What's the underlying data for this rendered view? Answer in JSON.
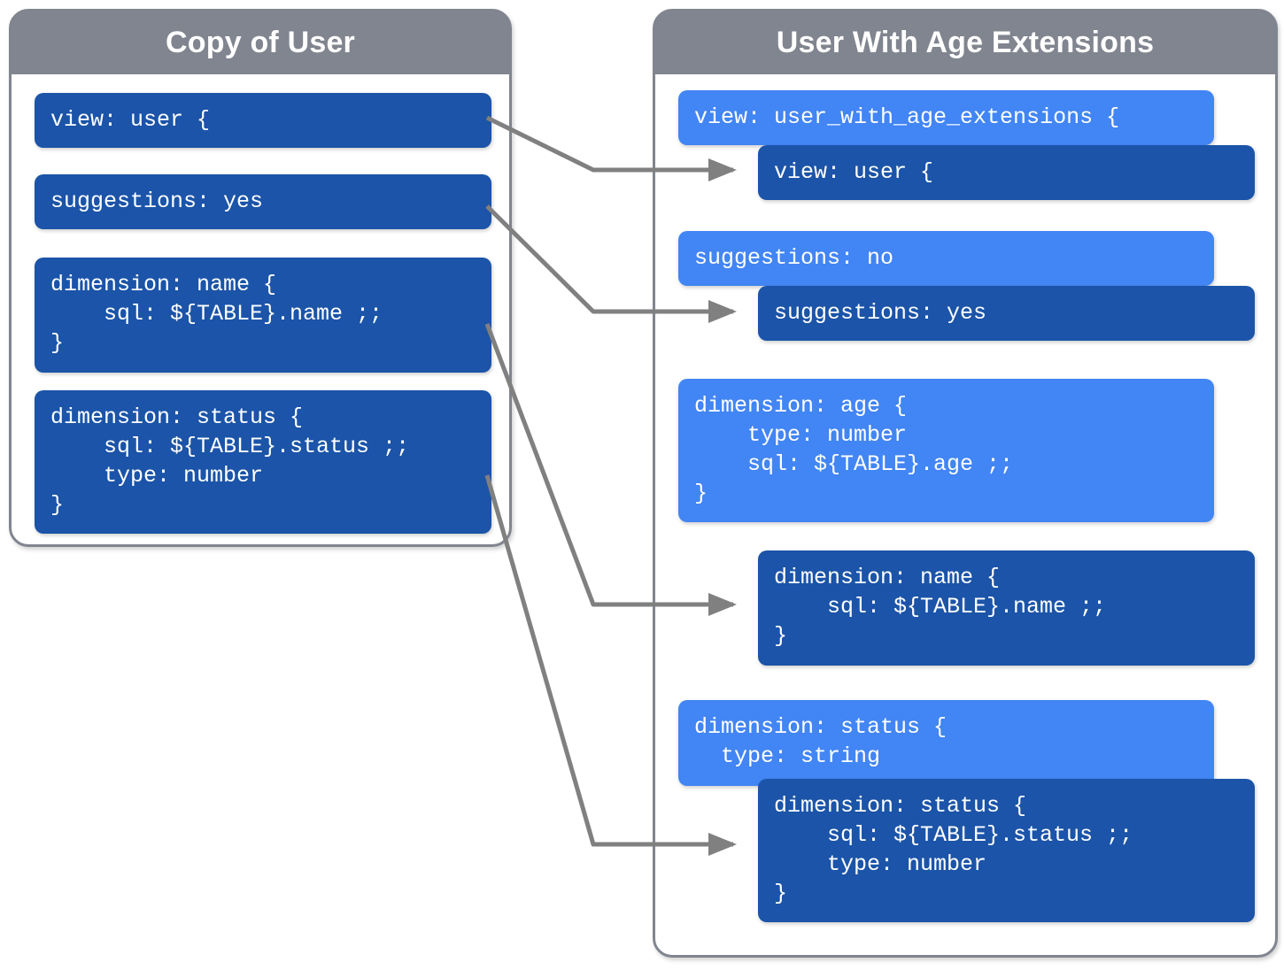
{
  "colors": {
    "header_gray": "#80858f",
    "dark_blue": "#1b54a8",
    "light_blue": "#4285f4",
    "arrow_gray": "#808080",
    "background": "#ffffff",
    "text_on_block": "#ffffff"
  },
  "panels": {
    "left": {
      "title": "Copy of User",
      "blocks": [
        {
          "id": "left-view",
          "shade": "dark",
          "text": "view: user {"
        },
        {
          "id": "left-sugg",
          "shade": "dark",
          "text": "suggestions: yes"
        },
        {
          "id": "left-dim-name",
          "shade": "dark",
          "text": "dimension: name {\n    sql: ${TABLE}.name ;;\n}"
        },
        {
          "id": "left-dim-status",
          "shade": "dark",
          "text": "dimension: status {\n    sql: ${TABLE}.status ;;\n    type: number\n}"
        }
      ]
    },
    "right": {
      "title": "User With Age Extensions",
      "blocks": [
        {
          "id": "right-view-ext",
          "shade": "light",
          "text": "view: user_with_age_extensions {"
        },
        {
          "id": "right-view-user",
          "shade": "dark",
          "text": "view: user {"
        },
        {
          "id": "right-sugg-no",
          "shade": "light",
          "text": "suggestions: no"
        },
        {
          "id": "right-sugg-yes",
          "shade": "dark",
          "text": "suggestions: yes"
        },
        {
          "id": "right-dim-age",
          "shade": "light",
          "text": "dimension: age {\n    type: number\n    sql: ${TABLE}.age ;;\n}"
        },
        {
          "id": "right-dim-name",
          "shade": "dark",
          "text": "dimension: name {\n    sql: ${TABLE}.name ;;\n}"
        },
        {
          "id": "right-dim-status-l",
          "shade": "light",
          "text": "dimension: status {\n  type: string"
        },
        {
          "id": "right-dim-status-d",
          "shade": "dark",
          "text": "dimension: status {\n    sql: ${TABLE}.status ;;\n    type: number\n}"
        }
      ]
    }
  },
  "connections": [
    {
      "id": "conn-view",
      "from": "left-view",
      "to": "right-view-user"
    },
    {
      "id": "conn-suggestions",
      "from": "left-sugg",
      "to": "right-sugg-yes"
    },
    {
      "id": "conn-dim-name",
      "from": "left-dim-name",
      "to": "right-dim-name"
    },
    {
      "id": "conn-dim-status",
      "from": "left-dim-status",
      "to": "right-dim-status-d"
    }
  ]
}
